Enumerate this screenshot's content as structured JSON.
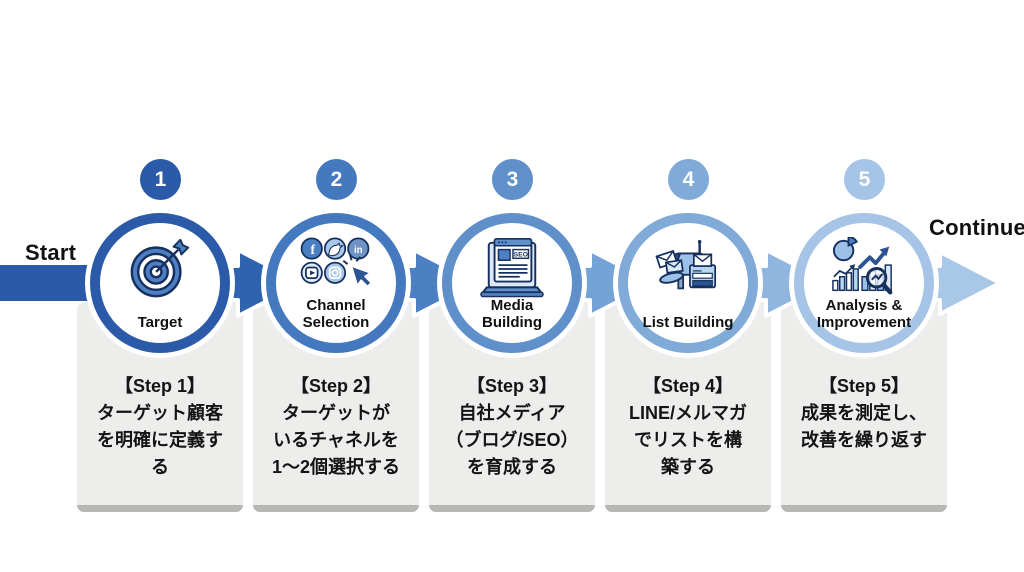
{
  "labels": {
    "start": "Start",
    "continue": "Continue"
  },
  "steps": [
    {
      "number": "1",
      "circle_label": "Target",
      "title": "【Step 1】",
      "description": "ターゲット顧客\nを明確に定義す\nる",
      "color": "#2a5aa8",
      "icon": "target-icon"
    },
    {
      "number": "2",
      "circle_label": "Channel\nSelection",
      "title": "【Step 2】",
      "description": "ターゲットが\nいるチャネルを\n1〜2個選択する",
      "color": "#4478bf",
      "icon": "channel-selection-icon"
    },
    {
      "number": "3",
      "circle_label": "Media\nBuilding",
      "title": "【Step 3】",
      "description": "自社メディア\n（ブログ/SEO）\nを育成する",
      "color": "#5f90ca",
      "icon": "media-building-icon"
    },
    {
      "number": "4",
      "circle_label": "List Building",
      "title": "【Step 4】",
      "description": "LINE/メルマガ\nでリストを構\n築する",
      "color": "#80aad8",
      "icon": "list-building-icon"
    },
    {
      "number": "5",
      "circle_label": "Analysis &\nImprovement",
      "title": "【Step 5】",
      "description": "成果を測定し、\n改善を繰り返す",
      "color": "#a5c4e6",
      "icon": "analysis-improvement-icon"
    }
  ],
  "arrows": {
    "start_bar": "#2a5aa8",
    "a1": "#2f63ae",
    "a2": "#4d80c3",
    "a3": "#74a3d6",
    "a4": "#90b5de",
    "final": "#a9c8e8"
  },
  "icon_palette": {
    "outline": "#16305e",
    "deep_blue": "#2d5492",
    "mid_blue": "#4d7fc3",
    "light_blue": "#9cc0e8",
    "pale_blue": "#dce9f7"
  }
}
